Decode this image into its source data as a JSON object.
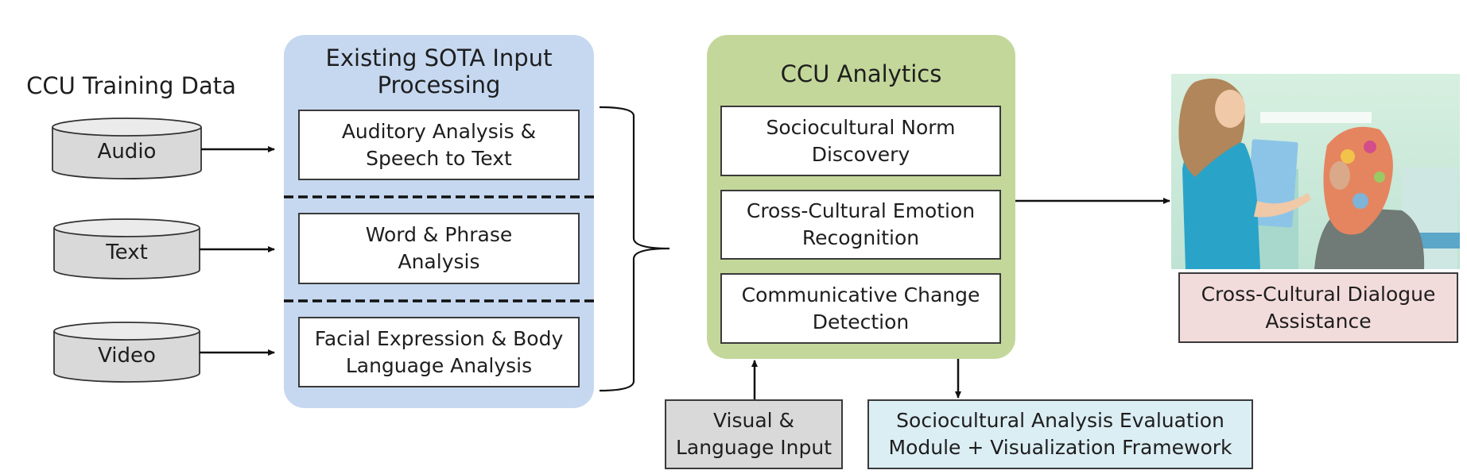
{
  "training_data": {
    "title": "CCU Training Data",
    "sources": [
      {
        "label": "Audio"
      },
      {
        "label": "Text"
      },
      {
        "label": "Video"
      }
    ]
  },
  "input_processing": {
    "title_line1": "Existing SOTA Input",
    "title_line2": "Processing",
    "color": "#c6d8f0",
    "modules": [
      {
        "line1": "Auditory Analysis &",
        "line2": "Speech to Text"
      },
      {
        "line1": "Word & Phrase",
        "line2": "Analysis"
      },
      {
        "line1": "Facial Expression & Body",
        "line2": "Language Analysis"
      }
    ]
  },
  "analytics": {
    "title": "CCU Analytics",
    "color": "#c4d79b",
    "modules": [
      {
        "line1": "Sociocultural Norm",
        "line2": "Discovery"
      },
      {
        "line1": "Cross-Cultural Emotion",
        "line2": "Recognition"
      },
      {
        "line1": "Communicative Change",
        "line2": "Detection"
      }
    ]
  },
  "visual_language_input": {
    "line1": "Visual &",
    "line2": "Language Input",
    "color": "#d9d9d9"
  },
  "evaluation_module": {
    "line1": "Sociocultural Analysis Evaluation",
    "line2": "Module + Visualization Framework",
    "color": "#dbeef4"
  },
  "output": {
    "image_description": "nurse talking with patient",
    "line1": "Cross-Cultural Dialogue",
    "line2": "Assistance",
    "color": "#f2dcdb"
  }
}
